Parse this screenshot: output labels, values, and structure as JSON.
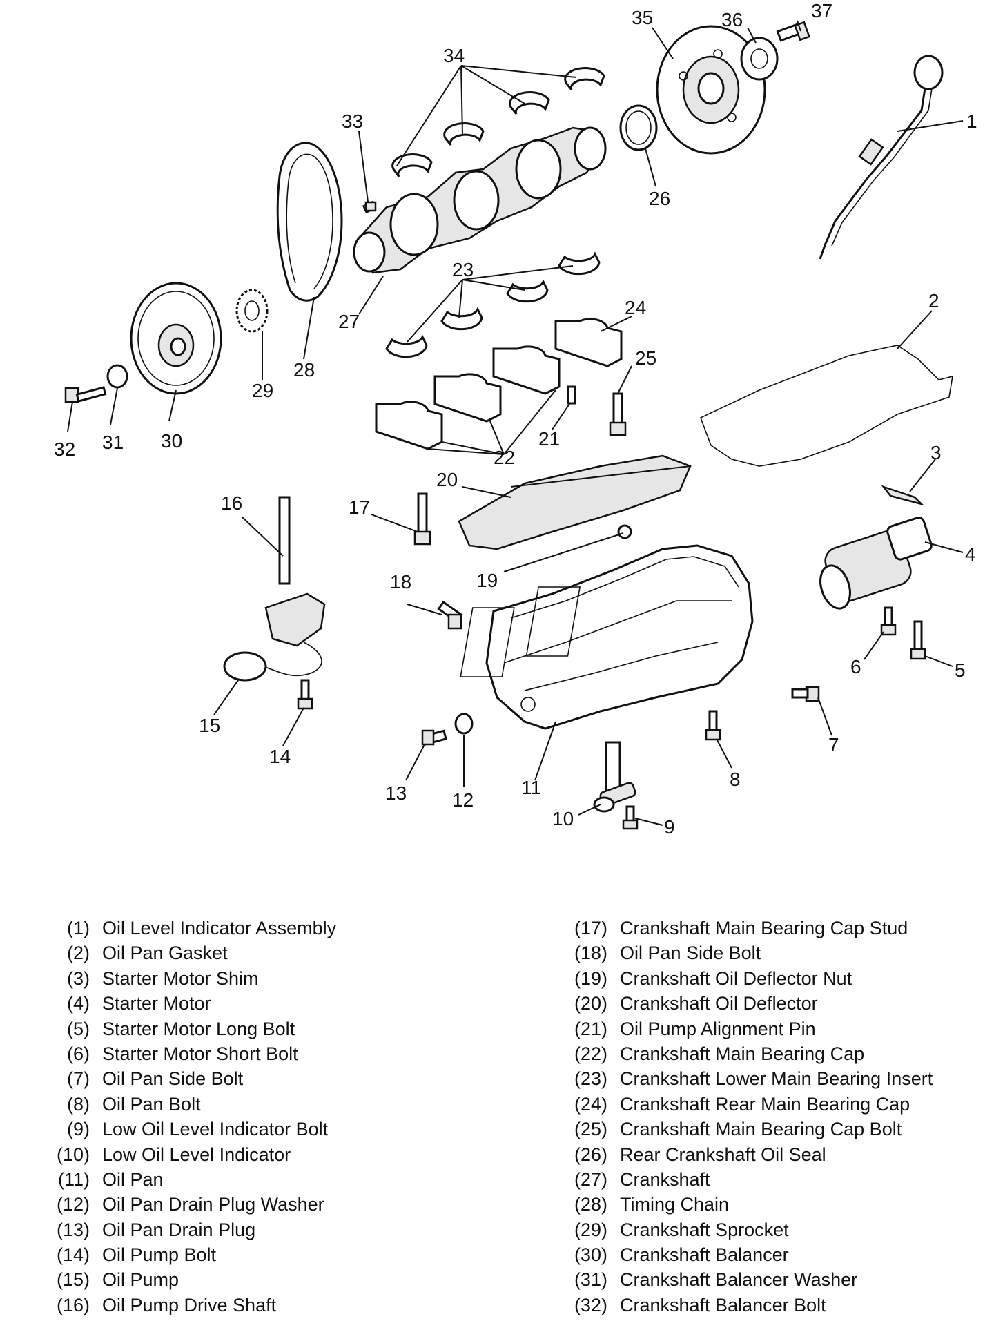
{
  "callouts": [
    "1",
    "2",
    "3",
    "4",
    "5",
    "6",
    "7",
    "8",
    "9",
    "10",
    "11",
    "12",
    "13",
    "14",
    "15",
    "16",
    "17",
    "18",
    "19",
    "20",
    "21",
    "22",
    "23",
    "24",
    "25",
    "26",
    "27",
    "28",
    "29",
    "30",
    "31",
    "32",
    "33",
    "34",
    "35",
    "36",
    "37"
  ],
  "legend": {
    "left": [
      {
        "num": "(1)",
        "label": "Oil Level Indicator Assembly"
      },
      {
        "num": "(2)",
        "label": "Oil Pan Gasket"
      },
      {
        "num": "(3)",
        "label": "Starter Motor Shim"
      },
      {
        "num": "(4)",
        "label": "Starter Motor"
      },
      {
        "num": "(5)",
        "label": "Starter Motor Long Bolt"
      },
      {
        "num": "(6)",
        "label": "Starter Motor Short Bolt"
      },
      {
        "num": "(7)",
        "label": "Oil Pan Side Bolt"
      },
      {
        "num": "(8)",
        "label": "Oil Pan Bolt"
      },
      {
        "num": "(9)",
        "label": "Low Oil Level Indicator Bolt"
      },
      {
        "num": "(10)",
        "label": "Low Oil Level Indicator"
      },
      {
        "num": "(11)",
        "label": "Oil Pan"
      },
      {
        "num": "(12)",
        "label": "Oil Pan Drain Plug Washer"
      },
      {
        "num": "(13)",
        "label": "Oil Pan Drain Plug"
      },
      {
        "num": "(14)",
        "label": "Oil Pump Bolt"
      },
      {
        "num": "(15)",
        "label": "Oil Pump"
      },
      {
        "num": "(16)",
        "label": "Oil Pump Drive Shaft"
      }
    ],
    "right": [
      {
        "num": "(17)",
        "label": "Crankshaft Main Bearing Cap Stud"
      },
      {
        "num": "(18)",
        "label": "Oil Pan Side Bolt"
      },
      {
        "num": "(19)",
        "label": "Crankshaft Oil Deflector Nut"
      },
      {
        "num": "(20)",
        "label": "Crankshaft Oil Deflector"
      },
      {
        "num": "(21)",
        "label": "Oil Pump Alignment Pin"
      },
      {
        "num": "(22)",
        "label": "Crankshaft Main Bearing Cap"
      },
      {
        "num": "(23)",
        "label": "Crankshaft Lower Main Bearing Insert"
      },
      {
        "num": "(24)",
        "label": "Crankshaft Rear Main Bearing Cap"
      },
      {
        "num": "(25)",
        "label": "Crankshaft Main Bearing Cap Bolt"
      },
      {
        "num": "(26)",
        "label": "Rear Crankshaft Oil Seal"
      },
      {
        "num": "(27)",
        "label": "Crankshaft"
      },
      {
        "num": "(28)",
        "label": "Timing Chain"
      },
      {
        "num": "(29)",
        "label": "Crankshaft Sprocket"
      },
      {
        "num": "(30)",
        "label": "Crankshaft Balancer"
      },
      {
        "num": "(31)",
        "label": "Crankshaft Balancer Washer"
      },
      {
        "num": "(32)",
        "label": "Crankshaft Balancer Bolt"
      }
    ]
  }
}
